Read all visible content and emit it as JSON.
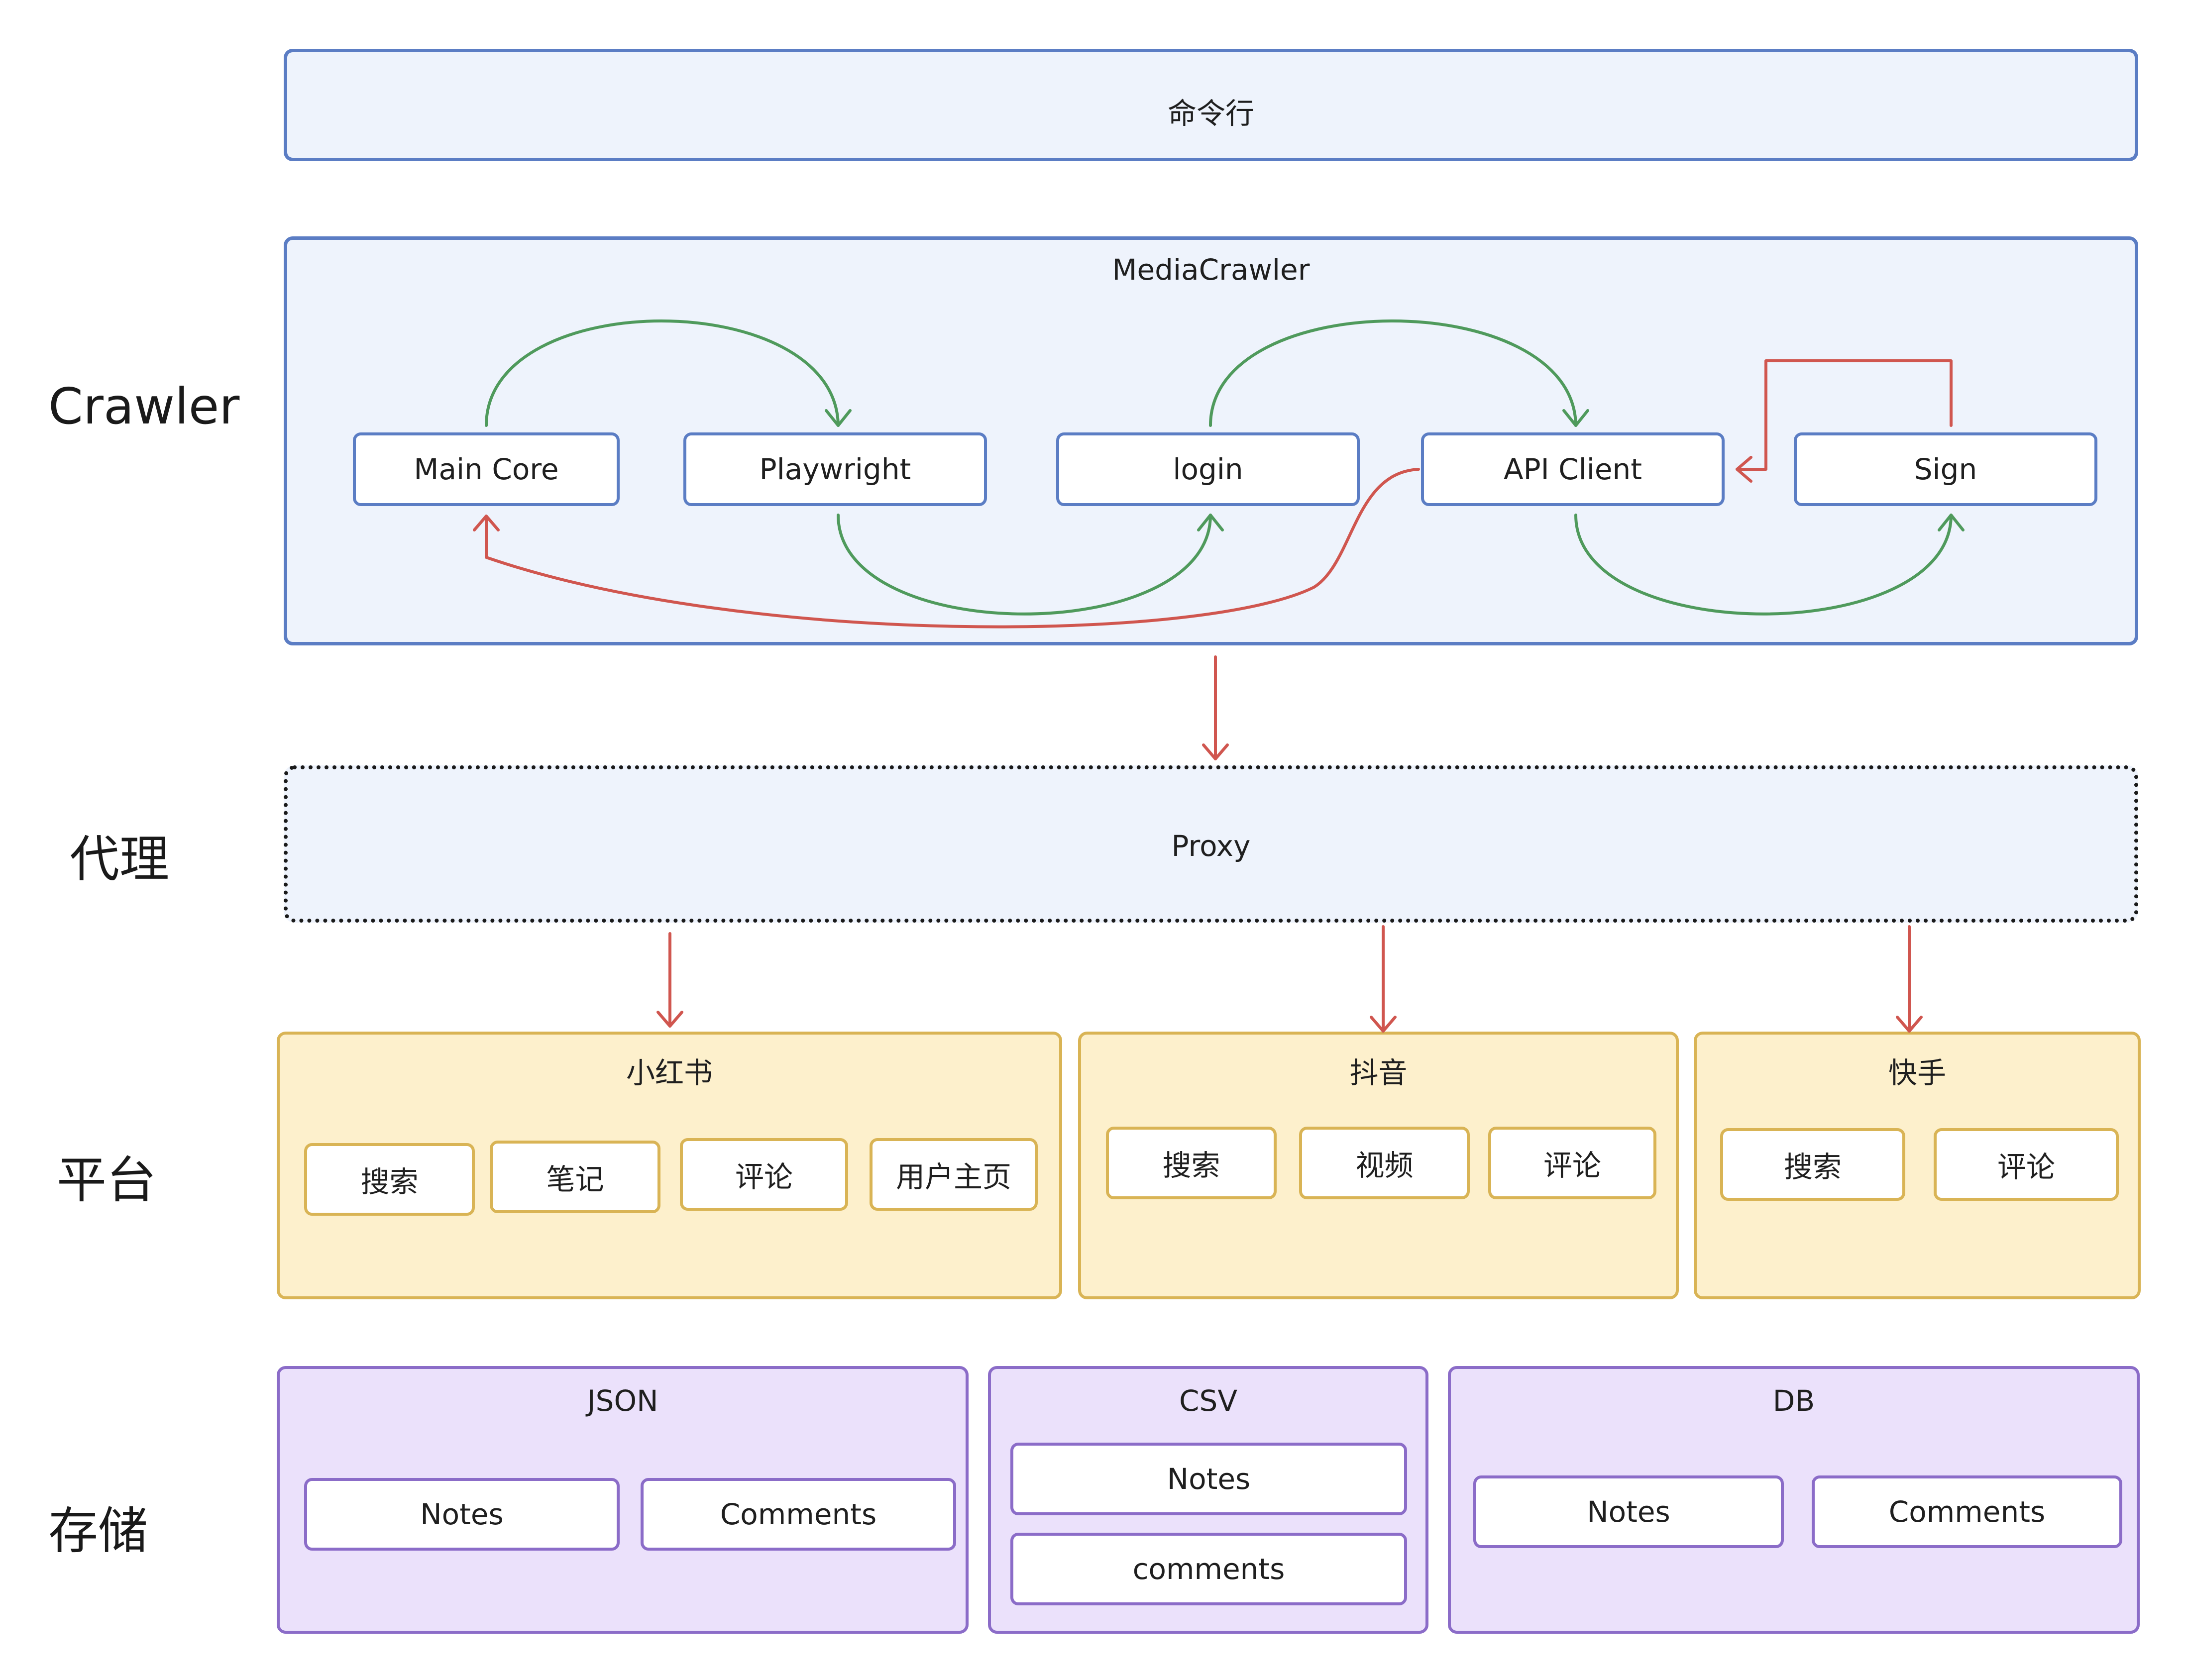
{
  "side_labels": {
    "crawler": "Crawler",
    "proxy": "代理",
    "platform": "平台",
    "storage": "存储"
  },
  "cli": {
    "label": "命令行"
  },
  "crawler": {
    "title": "MediaCrawler",
    "nodes": {
      "main_core": "Main Core",
      "playwright": "Playwright",
      "login": "login",
      "api_client": "API Client",
      "sign": "Sign"
    }
  },
  "proxy": {
    "label": "Proxy"
  },
  "platforms": {
    "xhs": {
      "title": "小红书",
      "items": [
        "搜索",
        "笔记",
        "评论",
        "用户主页"
      ]
    },
    "douyin": {
      "title": "抖音",
      "items": [
        "搜索",
        "视频",
        "评论"
      ]
    },
    "kuaishou": {
      "title": "快手",
      "items": [
        "搜索",
        "评论"
      ]
    }
  },
  "storage": {
    "json": {
      "title": "JSON",
      "items": [
        "Notes",
        "Comments"
      ]
    },
    "csv": {
      "title": "CSV",
      "items": [
        "Notes",
        "comments"
      ]
    },
    "db": {
      "title": "DB",
      "items": [
        "Notes",
        "Comments"
      ]
    }
  },
  "colors": {
    "green_arrow": "#4f9a5c",
    "red_arrow": "#d0564f",
    "blue_border": "#5b7dc4",
    "yellow_fill": "#fdf0cc",
    "purple_fill": "#ebe1fb"
  }
}
